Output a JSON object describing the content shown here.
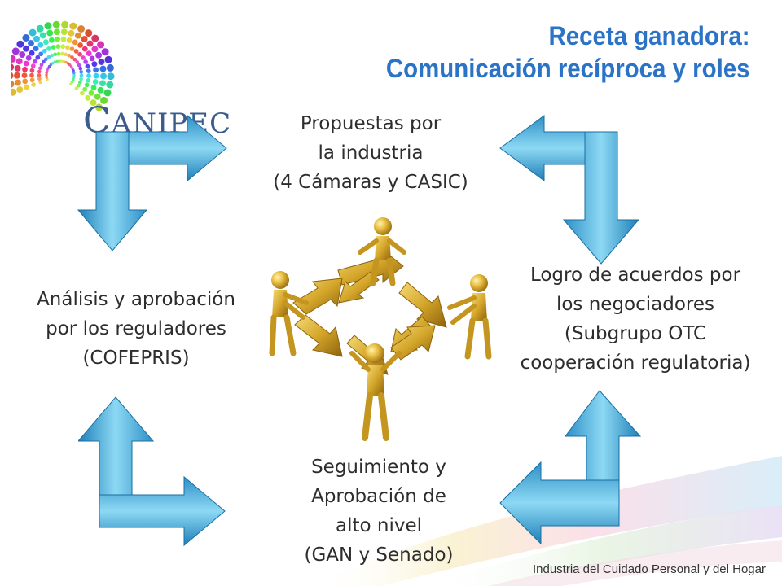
{
  "logo": {
    "name": "CANIPEC"
  },
  "title": {
    "line1": "Receta ganadora:",
    "line2": "Comunicación recíproca y roles"
  },
  "nodes": {
    "top": [
      "Propuestas por",
      "la industria",
      "(4 Cámaras y CASIC)"
    ],
    "right": [
      "Logro de acuerdos por",
      "los negociadores",
      "(Subgrupo OTC",
      "cooperación regulatoria)"
    ],
    "left": [
      "Análisis y aprobación",
      "por los reguladores",
      "(COFEPRIS)"
    ],
    "bottom": [
      "Seguimiento  y",
      "Aprobación de",
      "alto nivel",
      "(GAN y Senado)"
    ]
  },
  "footer": "Industria del Cuidado Personal y del Hogar",
  "colors": {
    "title": "#2b73c6",
    "arrow_light": "#7fd0ef",
    "arrow_dark": "#1e7fb8",
    "logo_text": "#3a5b8c",
    "figure_gold": "#d4a62a"
  }
}
